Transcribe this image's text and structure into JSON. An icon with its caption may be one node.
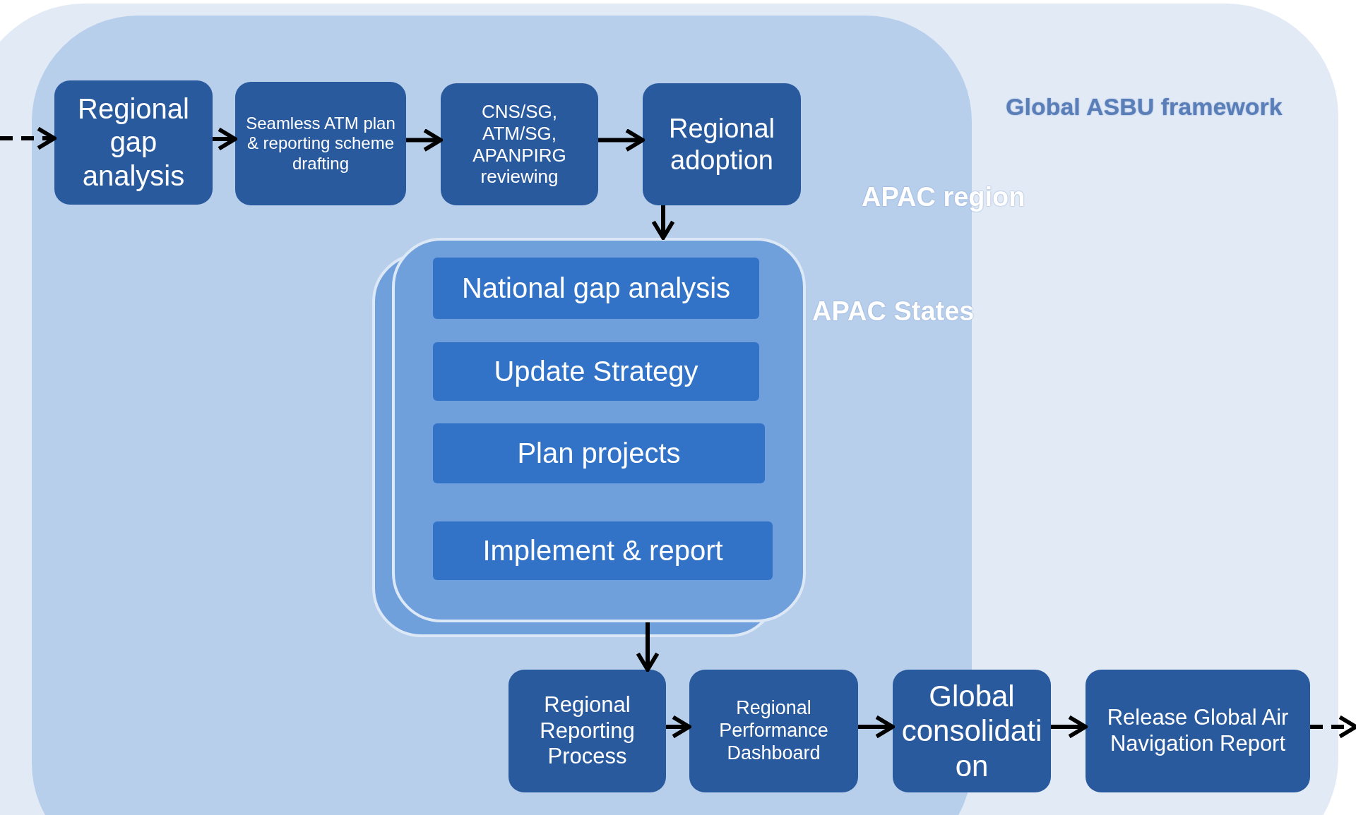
{
  "diagram": {
    "nodes": [
      {
        "text": [
          "Global ASBU framework"
        ]
      },
      {
        "text": [
          "APAC region"
        ],
        "in": 0
      },
      {
        "text": [
          "Regional gap analysis"
        ],
        "in": 1
      },
      {
        "text": [
          "Seamless ATM plan & reporting scheme drafting"
        ],
        "in": 1
      },
      {
        "text": [
          "CNS/SG, ATM/SG, APANPIRG reviewing"
        ],
        "in": 1
      },
      {
        "text": [
          "Regional adoption"
        ],
        "in": 1
      },
      {
        "text": [
          "APAC States"
        ],
        "in": 1
      },
      {
        "text": [
          "National gap analysis"
        ],
        "in": 6
      },
      {
        "text": [
          "Update Strategy"
        ],
        "in": 6
      },
      {
        "text": [
          "Plan projects"
        ],
        "in": 6
      },
      {
        "text": [
          "Implement & report"
        ],
        "in": 6
      },
      {
        "text": [
          "Regional Reporting Process"
        ],
        "in": 1
      },
      {
        "text": [
          "Regional Performance Dashboard"
        ],
        "in": 1
      },
      {
        "text": [
          "Global consolidation"
        ],
        "in": 0
      },
      {
        "text": [
          "Release Global Air Navigation Report"
        ],
        "in": 0
      }
    ],
    "edges": [
      {
        "from": null,
        "to": 2,
        "arrow": "to",
        "style": "dashed"
      },
      {
        "from": 2,
        "to": 3,
        "arrow": "to"
      },
      {
        "from": 3,
        "to": 4,
        "arrow": "to"
      },
      {
        "from": 4,
        "to": 5,
        "arrow": "to"
      },
      {
        "from": 5,
        "to": 6,
        "arrow": "to"
      },
      {
        "from": 6,
        "to": 11,
        "arrow": "to"
      },
      {
        "from": 11,
        "to": 12,
        "arrow": "to"
      },
      {
        "from": 12,
        "to": 13,
        "arrow": "to"
      },
      {
        "from": 13,
        "to": 14,
        "arrow": "to"
      },
      {
        "from": 14,
        "to": null,
        "arrow": "to",
        "style": "dashed"
      }
    ]
  }
}
